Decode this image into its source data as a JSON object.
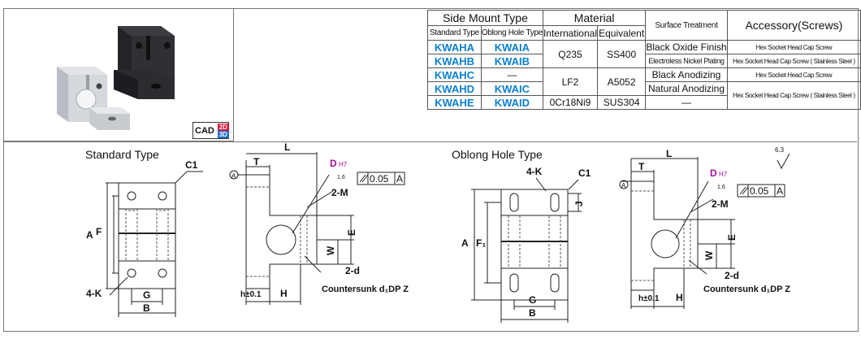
{
  "badge": {
    "cad": "CAD",
    "two_d": "2D",
    "three_d": "3D"
  },
  "table": {
    "headers": {
      "mount_type": "Side Mount Type",
      "material": "Material",
      "surface": "Surface Treatment",
      "accessory": "Accessory(Screws)",
      "standard": "Standard Type",
      "oblong": "Oblong Hole Type",
      "international": "International",
      "equivalent": "Equivalent"
    },
    "rows": [
      {
        "standard": "KWAHA",
        "oblong": "KWAIA",
        "finish": "Black Oxide Finish",
        "accessory": "Hex Socket Head Cap Screw"
      },
      {
        "standard": "KWAHB",
        "oblong": "KWAIB",
        "finish": "Electroless Nickel Plating",
        "accessory": "Hex Socket Head Cap Screw ( Stainless Steel )"
      },
      {
        "standard": "KWAHC",
        "oblong": "—",
        "finish": "Black Anodizing",
        "accessory": "Hex Socket Head Cap Screw"
      },
      {
        "standard": "KWAHD",
        "oblong": "KWAIC",
        "finish": "Natural Anodizing",
        "accessory": "Hex Socket Head Cap Screw ( Stainless Steel )"
      },
      {
        "standard": "KWAHE",
        "oblong": "KWAID",
        "international": "0Cr18Ni9",
        "equivalent": "SUS304",
        "finish": "—"
      }
    ],
    "material_groups": [
      {
        "international": "Q235",
        "equivalent": "SS400"
      },
      {
        "international": "LF2",
        "equivalent": "A5052"
      }
    ]
  },
  "standard": {
    "title": "Standard Type",
    "C1": "C1",
    "A": "A",
    "F": "F",
    "K": "4-K",
    "G": "G",
    "B": "B",
    "L": "L",
    "T": "T",
    "datum": "A",
    "D": "D",
    "H7": "H7",
    "r16": "1.6",
    "tol": "0.05",
    "tol_ref": "A",
    "M": "2-M",
    "E": "E",
    "W": "W",
    "d": "2-d",
    "h": "h±0.1",
    "H": "H",
    "csk": "Countersunk d₁DP Z"
  },
  "oblong": {
    "title": "Oblong Hole Type",
    "K": "4-K",
    "C1": "C1",
    "J": "J",
    "A": "A",
    "F1": "F₁",
    "G": "G",
    "B": "B",
    "L": "L",
    "T": "T",
    "datum": "A",
    "D": "D",
    "H7": "H7",
    "r16": "1.6",
    "r63": "6.3",
    "tol": "0.05",
    "tol_ref": "A",
    "M": "2-M",
    "E": "E",
    "W": "W",
    "d": "2-d",
    "h": "h±0.1",
    "H": "H",
    "csk": "Countersunk d₁DP Z"
  }
}
